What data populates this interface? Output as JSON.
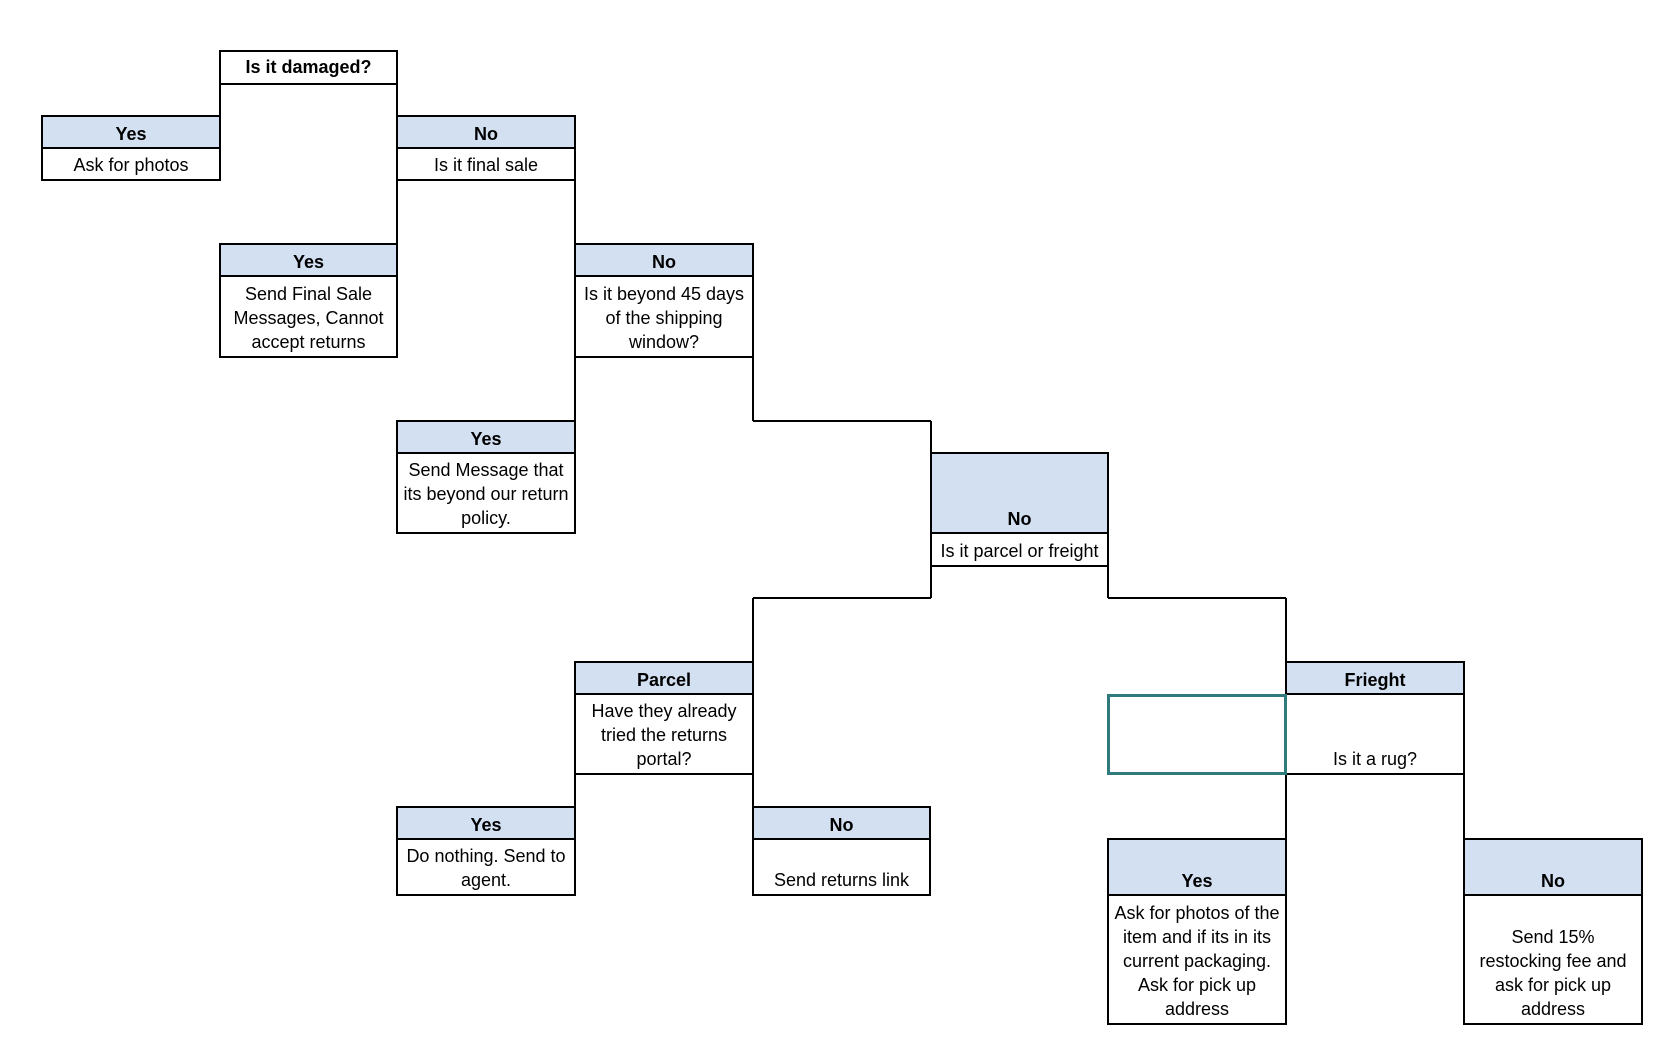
{
  "root": {
    "question": "Is it damaged?"
  },
  "damaged_yes": {
    "label": "Yes",
    "text": "Ask for photos"
  },
  "damaged_no": {
    "label": "No",
    "text": "Is it final sale"
  },
  "final_yes": {
    "label": "Yes",
    "text": "Send Final Sale Messages, Cannot accept returns"
  },
  "final_no": {
    "label": "No",
    "text": "Is it beyond 45 days of the shipping window?"
  },
  "beyond_yes": {
    "label": "Yes",
    "text": "Send Message that its beyond our return policy."
  },
  "beyond_no": {
    "label": "No",
    "text": "Is it parcel or freight"
  },
  "parcel": {
    "label": "Parcel",
    "text": "Have they already tried the returns portal?"
  },
  "freight": {
    "label": "Frieght",
    "text": "Is it a rug?"
  },
  "portal_yes": {
    "label": "Yes",
    "text": "Do nothing. Send to agent."
  },
  "portal_no": {
    "label": "No",
    "text": "Send returns link"
  },
  "rug_yes": {
    "label": "Yes",
    "text": "Ask for photos of the item and if its in its current packaging. Ask for pick up address"
  },
  "rug_no": {
    "label": "No",
    "text": "Send 15% restocking fee and ask for pick up address"
  },
  "colors": {
    "header_fill": "#d3e0f2",
    "border": "#000000",
    "selection": "#2f7a7c"
  }
}
